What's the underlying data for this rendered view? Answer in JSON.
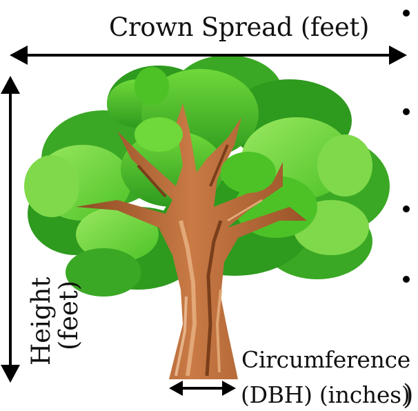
{
  "labels": {
    "crown_spread": "Crown Spread (feet)",
    "height_line1": "Height",
    "height_line2": "(feet)",
    "circumference": "Circumference",
    "dbh": "(DBH) (inches)"
  },
  "icons": {
    "tree": "tree-illustration",
    "bullet": "bullet-icon",
    "arrow": "double-headed-arrow-icon"
  },
  "colors": {
    "foliage_dark": "#2e9a1e",
    "foliage_mid": "#4cc226",
    "foliage_light": "#7fd94a",
    "trunk": "#b86a3a",
    "trunk_light": "#d89a66",
    "arrow": "#000000"
  }
}
